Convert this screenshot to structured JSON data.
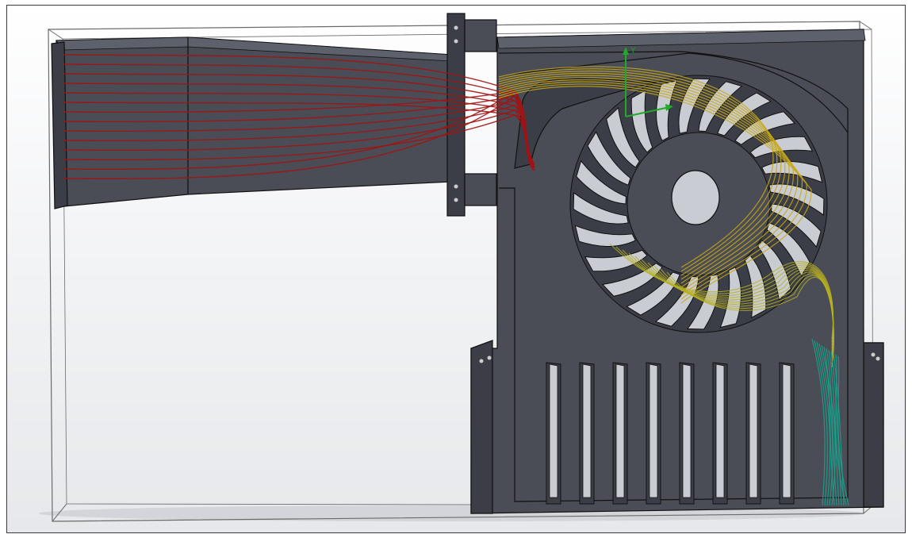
{
  "viewport": {
    "axis_label_y": "Y"
  },
  "colors": {
    "housing": "#4a4d56",
    "housing_dark": "#3b3e46",
    "housing_light": "#5d616b",
    "blade": "#c9ccd3",
    "edge": "#111111",
    "glass_edge": "#6b6b6b",
    "inlet_stream": "#a01414",
    "transition_stream": "#c8a818",
    "impeller_stream": "#b8b020",
    "outlet_stream": "#1aa08a",
    "triad": "#1faa2a"
  },
  "components": {
    "impeller_blade_count": 24,
    "fin_count": 8,
    "inlet_streamline_count": 14,
    "outlet_streamline_count": 12
  }
}
